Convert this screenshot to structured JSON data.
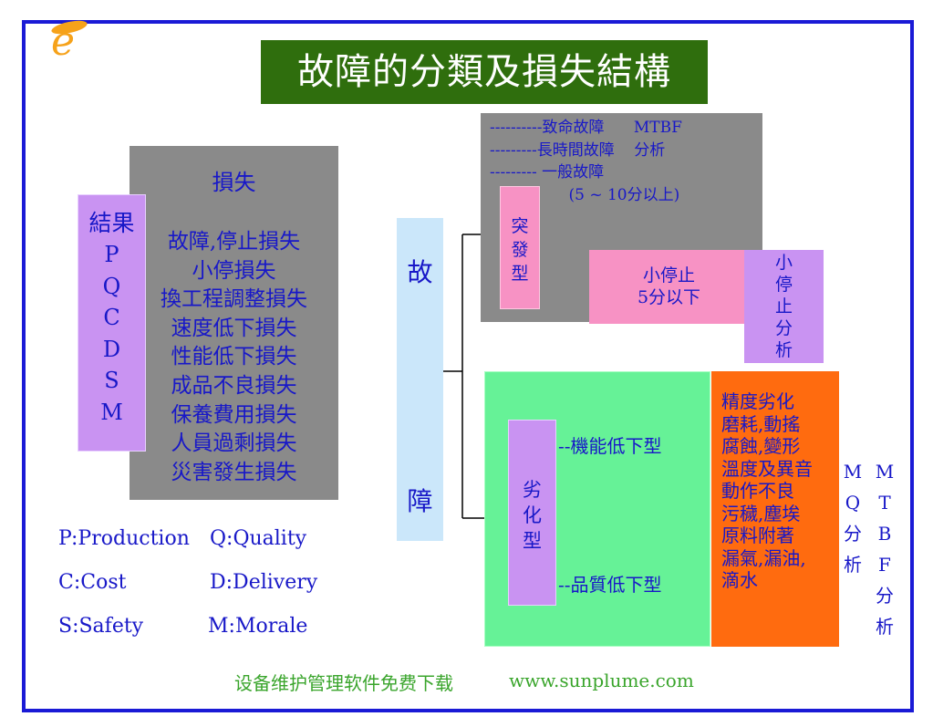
{
  "title": "故障的分類及損失結構",
  "loss": {
    "heading": "損失",
    "items": [
      "故障,停止損失",
      "小停損失",
      "換工程調整損失",
      "速度低下損失",
      "性能低下損失",
      "成品不良損失",
      "保養費用損失",
      "人員過剩損失",
      "災害發生損失"
    ]
  },
  "result": {
    "label": "結果",
    "letters": [
      "P",
      "Q",
      "C",
      "D",
      "S",
      "M"
    ]
  },
  "legend": {
    "p": "P:Production",
    "q": "Q:Quality",
    "c": "C:Cost",
    "d": "D:Delivery",
    "s": "S:Safety",
    "m": "M:Morale"
  },
  "fault": {
    "char1": "故",
    "char2": "障"
  },
  "sudden_failure": {
    "lines": [
      "----------致命故障      MTBF",
      "---------長時間故障    分析",
      "--------- 一般故障",
      "                (5 ~ 10分以上)"
    ],
    "type_chars": [
      "突",
      "發",
      "型"
    ]
  },
  "small_stop": {
    "line1": "小停止",
    "line2": "5分以下",
    "side_chars": [
      "小",
      "停",
      "止",
      "分",
      "析"
    ]
  },
  "degradation": {
    "type_chars": [
      "劣",
      "化",
      "型"
    ],
    "function_label": "--機能低下型",
    "quality_label": "--品質低下型",
    "causes": [
      "精度劣化",
      "磨耗,動搖",
      "腐蝕,變形",
      "溫度及異音",
      "動作不良",
      "污穢,塵埃",
      "原料附著",
      "漏氣,漏油,",
      "滴水"
    ]
  },
  "mq_column": [
    "M",
    "Q",
    "分",
    "析"
  ],
  "mtbf_column": [
    "M",
    "T",
    "B",
    "F",
    "分",
    "析"
  ],
  "footer": {
    "text_cn": "设备维护管理软件免费下载",
    "url": "www.sunplume.com"
  },
  "colors": {
    "frame": "#1a1ad6",
    "title_bg": "#2f6e0d",
    "text_blue": "#1818c8",
    "gray": "#8a8a8a",
    "purple": "#c993f2",
    "pink": "#f792c4",
    "green": "#66f297",
    "orange": "#ff6b0f",
    "light_blue": "#cbe7fa",
    "footer_green": "#3aa52c"
  },
  "icons": {
    "logo": "e-logo-icon"
  }
}
